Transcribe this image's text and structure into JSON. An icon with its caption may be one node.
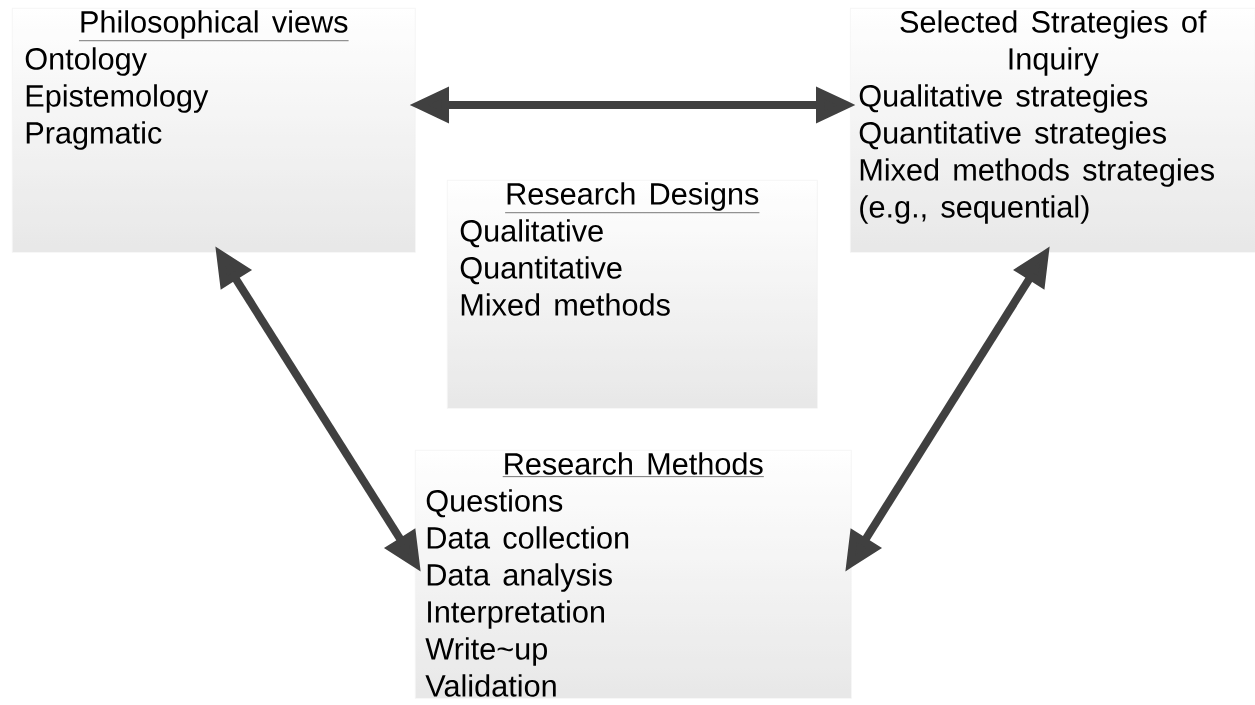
{
  "diagram": {
    "nodes": [
      {
        "text": [
          "Philosophical views",
          "Ontology",
          "Epistemology",
          "Pragmatic"
        ]
      },
      {
        "text": [
          "Selected Strategies of Inquiry",
          "Qualitative strategies",
          "Quantitative strategies",
          "Mixed methods strategies (e.g., sequential)"
        ]
      },
      {
        "text": [
          "Research Designs",
          "Qualitative",
          "Quantitative",
          "Mixed methods"
        ]
      },
      {
        "text": [
          "Research Methods",
          "Questions",
          "Data collection",
          "Data analysis",
          "Interpretation",
          "Write~up",
          "Validation"
        ]
      }
    ],
    "edges": [
      {
        "from": 0,
        "to": 1,
        "arrow": "both"
      },
      {
        "from": 0,
        "to": 3,
        "arrow": "both"
      },
      {
        "from": 1,
        "to": 3,
        "arrow": "both"
      }
    ]
  }
}
